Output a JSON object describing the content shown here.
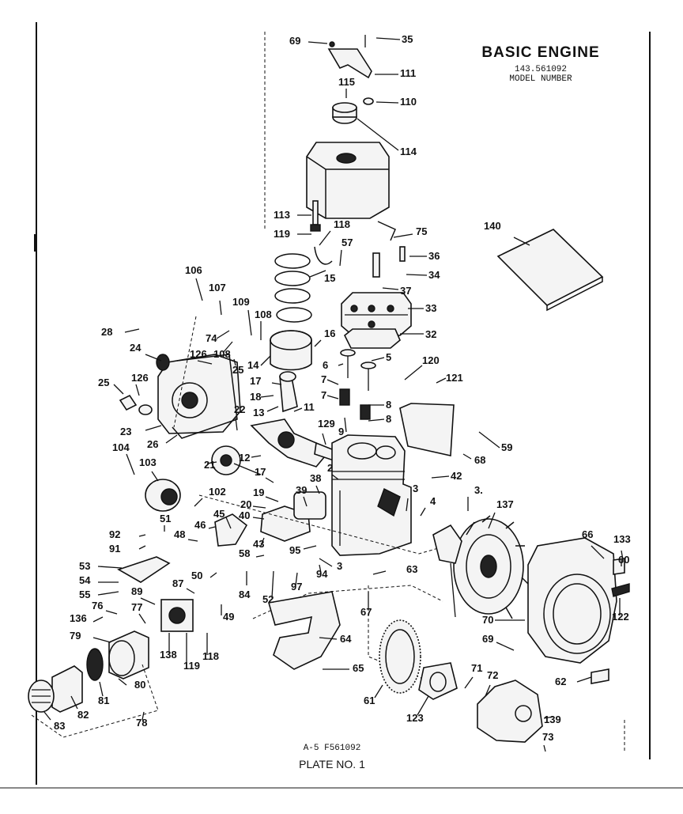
{
  "header": {
    "title": "BASIC ENGINE",
    "model": "143.561092",
    "model_caption": "MODEL NUMBER"
  },
  "footer": {
    "code": "A-5   F561092",
    "plate": "PLATE NO. 1"
  },
  "callouts": [
    "69",
    "35",
    "111",
    "110",
    "115",
    "114",
    "113",
    "119",
    "118",
    "57",
    "75",
    "36",
    "34",
    "37",
    "33",
    "32",
    "140",
    "15",
    "106",
    "107",
    "109",
    "108",
    "74",
    "108",
    "126",
    "28",
    "24",
    "126",
    "25",
    "25",
    "14",
    "16",
    "17",
    "18",
    "13",
    "6",
    "5",
    "7",
    "8",
    "7",
    "8",
    "9",
    "120",
    "121",
    "59",
    "68",
    "23",
    "26",
    "22",
    "11",
    "129",
    "104",
    "21",
    "12",
    "103",
    "2",
    "42",
    "17",
    "19",
    "20",
    "40",
    "39",
    "38",
    "3",
    "4",
    "3.",
    "137",
    "102",
    "51",
    "46",
    "45",
    "48",
    "43",
    "58",
    "95",
    "92",
    "91",
    "53",
    "54",
    "55",
    "76",
    "89",
    "87",
    "50",
    "84",
    "52",
    "97",
    "94",
    "3",
    "63",
    "67",
    "136",
    "77",
    "79",
    "49",
    "138",
    "119",
    "118",
    "64",
    "66",
    "133",
    "60",
    "122",
    "70",
    "69",
    "65",
    "61",
    "123",
    "71",
    "72",
    "62",
    "139",
    "81",
    "80",
    "82",
    "83",
    "78",
    "73"
  ]
}
